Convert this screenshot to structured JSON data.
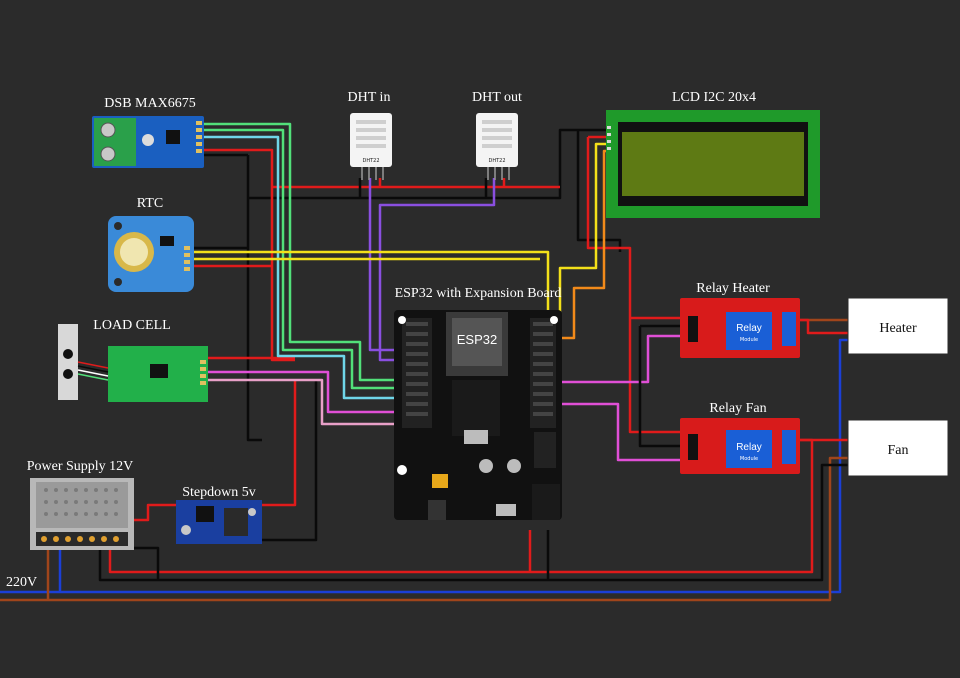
{
  "labels": {
    "dsb": "DSB MAX6675",
    "dht_in": "DHT in",
    "dht_out": "DHT out",
    "lcd": "LCD I2C 20x4",
    "rtc": "RTC",
    "load_cell": "LOAD CELL",
    "esp32_board": "ESP32 with Expansion Board",
    "relay_heater": "Relay Heater",
    "relay_fan": "Relay Fan",
    "heater": "Heater",
    "fan": "Fan",
    "power_supply": "Power Supply 12V",
    "stepdown": "Stepdown 5v",
    "mains": "220V"
  },
  "chip_text": {
    "esp32": "ESP32",
    "dht22_a": "DHT22",
    "dht22_b": "DHT22",
    "relay_a": "Relay",
    "relay_a_sub": "Module",
    "relay_b": "Relay",
    "relay_b_sub": "Module"
  },
  "colors": {
    "background": "#2b2b2b",
    "wire_red": "#e01b1b",
    "wire_black": "#0a0a0a",
    "wire_green": "#52e07a",
    "wire_cyan": "#6fd6e8",
    "wire_yellow": "#f3e01a",
    "wire_orange": "#f28a1a",
    "wire_purple": "#8a4fe0",
    "wire_magenta": "#e04fd6",
    "wire_pink": "#e8a0c8",
    "wire_blue": "#1b3fd6",
    "wire_brown": "#a0451b",
    "lcd_green": "#1f9a2a",
    "relay_red": "#d81b1b",
    "board_black": "#111111"
  }
}
